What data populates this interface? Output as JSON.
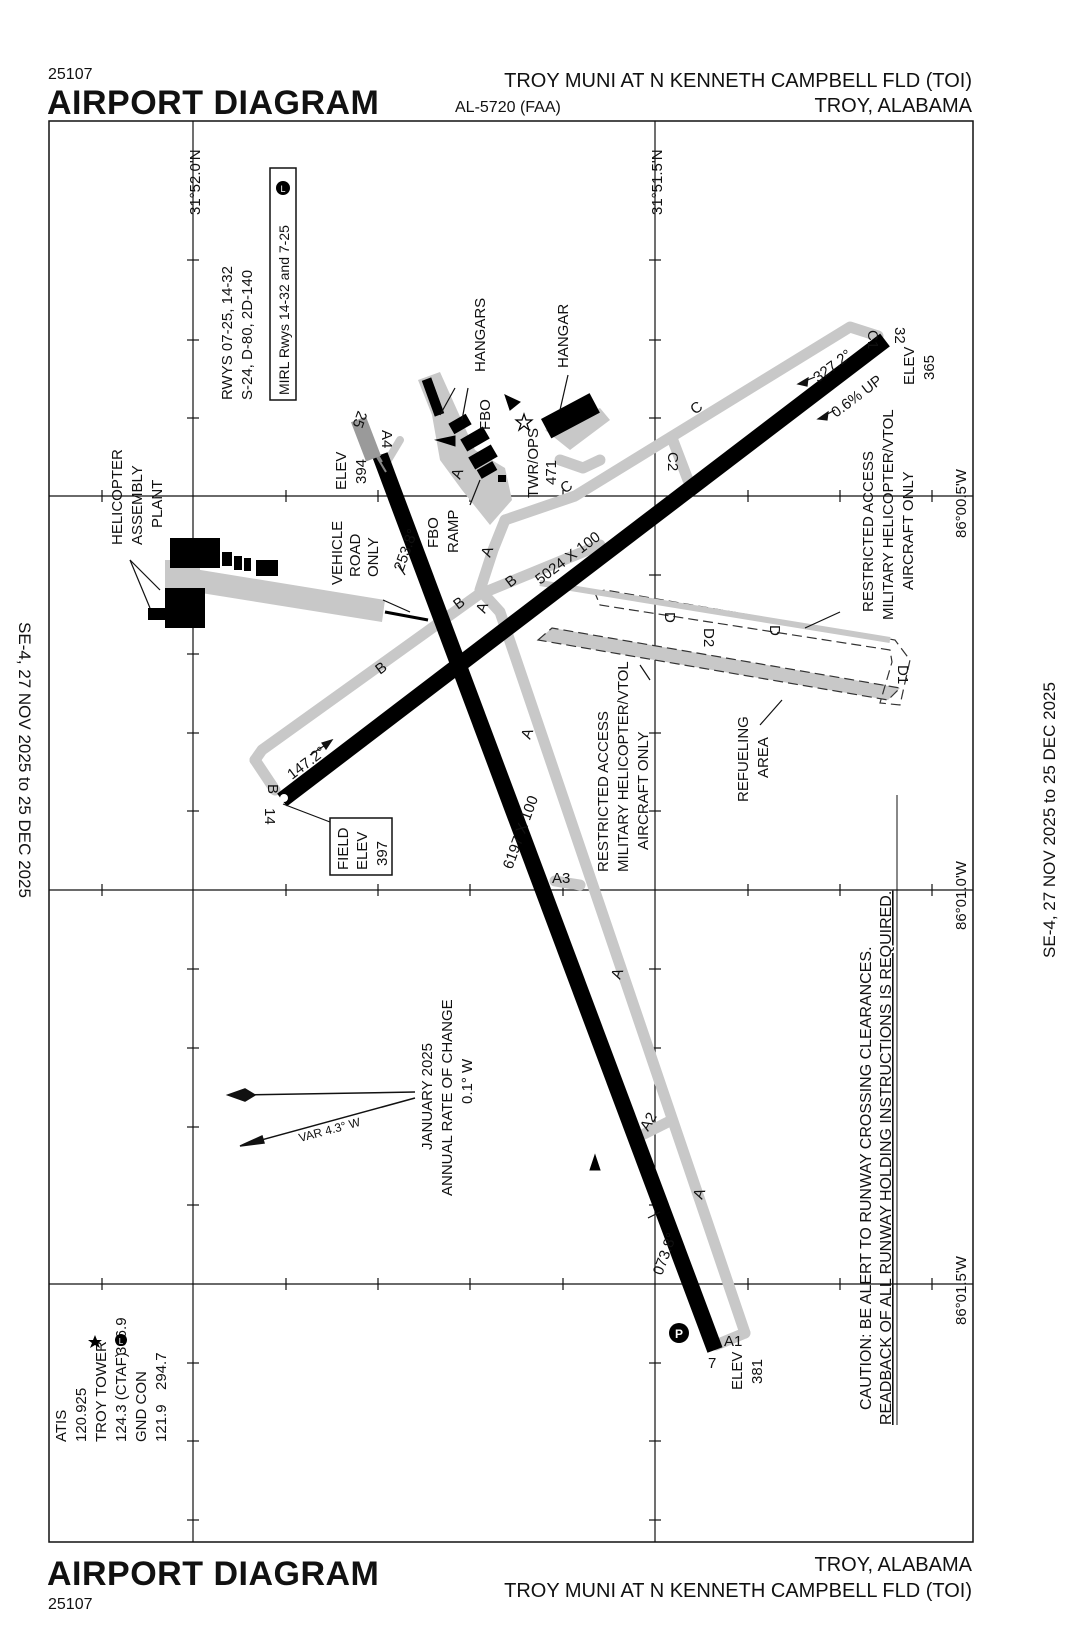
{
  "header": {
    "procedure_number": "25107",
    "title": "AIRPORT DIAGRAM",
    "chart_id": "AL-5720 (FAA)",
    "airport_name": "TROY MUNI AT N KENNETH CAMPBELL FLD (TOI)",
    "city_state": "TROY, ALABAMA"
  },
  "footer": {
    "procedure_number": "25107",
    "title": "AIRPORT DIAGRAM",
    "airport_name": "TROY MUNI AT N KENNETH CAMPBELL FLD (TOI)",
    "city_state": "TROY, ALABAMA"
  },
  "margin": {
    "left_validity": "SE-4, 27 NOV 2025 to 25 DEC 2025",
    "right_validity": "SE-4, 27 NOV 2025 to 25 DEC 2025"
  },
  "grid": {
    "lat_1": "31°52.0'N",
    "lat_2": "31°51.5'N",
    "lon_1": "86°00.5'W",
    "lon_2": "86°01.0'W",
    "lon_3": "86°01.5'W"
  },
  "runway_info": {
    "line1": "RWYS 07-25, 14-32",
    "line2": "S-24, D-80, 2D-140",
    "lighting": "MIRL Rwys 14-32 and 7-25"
  },
  "runways": [
    {
      "id": "7-25",
      "dimensions": "6197 X 100",
      "end_a": {
        "number": "7",
        "elev_label": "ELEV",
        "elev": "381",
        "heading": "073.8°"
      },
      "end_b": {
        "number": "25",
        "elev_label": "ELEV",
        "elev": "394",
        "heading": "253.8°"
      }
    },
    {
      "id": "14-32",
      "dimensions": "5024 X 100",
      "end_a": {
        "number": "14",
        "heading": "147.2°"
      },
      "end_b": {
        "number": "32",
        "elev_label": "ELEV",
        "elev": "365",
        "heading": "327.2°",
        "gradient": "0.6% UP"
      }
    }
  ],
  "field_elev": {
    "label1": "FIELD",
    "label2": "ELEV",
    "value": "397"
  },
  "taxiways": [
    "A",
    "A1",
    "A2",
    "A3",
    "A4",
    "B",
    "C",
    "C1",
    "C2",
    "D",
    "D1",
    "D2"
  ],
  "labels": {
    "hangars": "HANGARS",
    "hangar": "HANGAR",
    "fbo": "FBO",
    "fbo_ramp": "FBO RAMP",
    "twr_ops": "TWR/OPS",
    "twr_elev": "471",
    "helicopter_plant": "HELICOPTER ASSEMBLY PLANT",
    "vehicle_road": "VEHICLE ROAD ONLY",
    "restricted_1": "RESTRICTED ACCESS MILITARY HELICOPTER/VTOL AIRCRAFT ONLY",
    "restricted_2": "RESTRICTED ACCESS MILITARY HELICOPTER/VTOL AIRCRAFT ONLY",
    "refueling": "REFUELING AREA",
    "parking_symbol": "P"
  },
  "magnetic_variation": {
    "var": "VAR 4.3° W",
    "date": "JANUARY 2025",
    "rate_label": "ANNUAL RATE OF CHANGE",
    "rate": "0.1° W"
  },
  "frequencies": {
    "atis_label": "ATIS",
    "atis": "120.925",
    "tower_label": "TROY TOWER",
    "tower": "124.3 (CTAF)",
    "tower_uhf": "306.9",
    "gnd_label": "GND CON",
    "gnd": "121.9",
    "gnd_uhf": "294.7"
  },
  "caution": {
    "line1": "CAUTION: BE ALERT TO RUNWAY CROSSING CLEARANCES.",
    "line2": "READBACK OF ALL RUNWAY HOLDING INSTRUCTIONS IS REQUIRED."
  },
  "colors": {
    "runway": "#000000",
    "taxiway": "#c8c8c8",
    "ink": "#111111"
  }
}
